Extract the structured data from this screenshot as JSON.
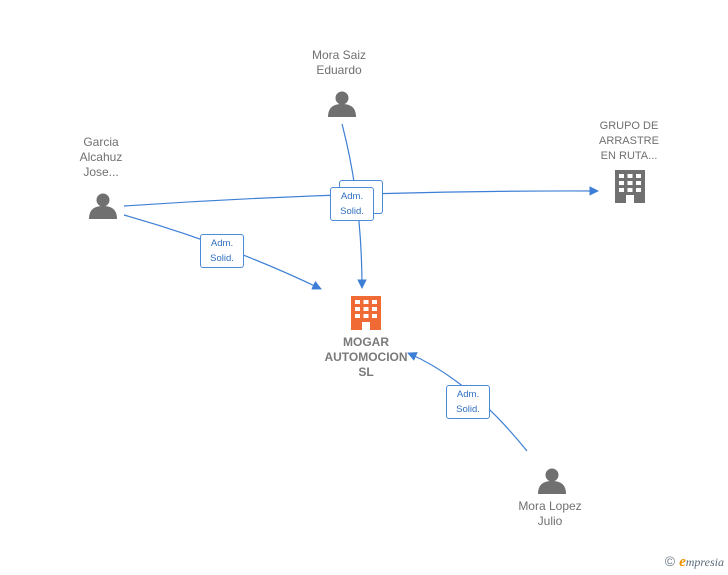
{
  "colors": {
    "edge": "#3d7fd6",
    "person": "#707070",
    "company": "#707070",
    "main_company": "#f06a35",
    "label_border": "#4a8ad6",
    "label_text": "#2f6fc0"
  },
  "nodes": {
    "mora_saiz": {
      "label_line1": "Mora Saiz",
      "label_line2": "Eduardo",
      "icon": "person-icon"
    },
    "garcia": {
      "label_line1": "Garcia",
      "label_line2": "Alcahuz",
      "label_line3": "Jose...",
      "icon": "person-icon"
    },
    "grupo": {
      "label_line1": "GRUPO DE",
      "label_line2": "ARRASTRE",
      "label_line3": "EN RUTA...",
      "icon": "building-icon"
    },
    "mogar": {
      "label_line1": "MOGAR",
      "label_line2": "AUTOMOCION",
      "label_line3": "SL",
      "icon": "building-icon"
    },
    "mora_lopez": {
      "label_line1": "Mora Lopez",
      "label_line2": "Julio",
      "icon": "person-icon"
    }
  },
  "edges": [
    {
      "from": "mora_saiz",
      "to": "mogar",
      "label_line1": "Adm.",
      "label_line2": "Solid."
    },
    {
      "from": "garcia",
      "to": "mogar",
      "label_line1": "Adm.",
      "label_line2": "Solid."
    },
    {
      "from": "garcia",
      "to": "grupo",
      "label_line1": "Adm.",
      "label_line2": "Solid."
    },
    {
      "from": "mora_lopez",
      "to": "mogar",
      "label_line1": "Adm.",
      "label_line2": "Solid."
    }
  ],
  "footer": {
    "copyright": "©",
    "brand_first": "e",
    "brand_rest": "mpresia"
  }
}
